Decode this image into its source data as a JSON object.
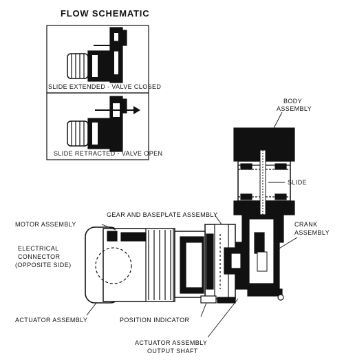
{
  "schematic": {
    "title": "FLOW SCHEMATIC",
    "panel_top_caption": "SLIDE EXTENDED - VALVE CLOSED",
    "panel_bottom_caption": "SLIDE RETRACTED - VALVE OPEN"
  },
  "labels": {
    "body_assembly_1": "BODY",
    "body_assembly_2": "ASSEMBLY",
    "slide": "SLIDE",
    "gear_baseplate": "GEAR AND BASEPLATE ASSEMBLY",
    "motor_assembly": "MOTOR ASSEMBLY",
    "crank_1": "CRANK",
    "crank_2": "ASSEMBLY",
    "connector_1": "ELECTRICAL",
    "connector_2": "CONNECTOR",
    "connector_3": "(OPPOSITE SIDE)",
    "actuator_assembly": "ACTUATOR ASSEMBLY",
    "position_indicator": "POSITION INDICATOR",
    "output_shaft_1": "ACTUATOR ASSEMBLY",
    "output_shaft_2": "OUTPUT SHAFT"
  },
  "colors": {
    "ink": "#111111",
    "paper": "#ffffff"
  }
}
